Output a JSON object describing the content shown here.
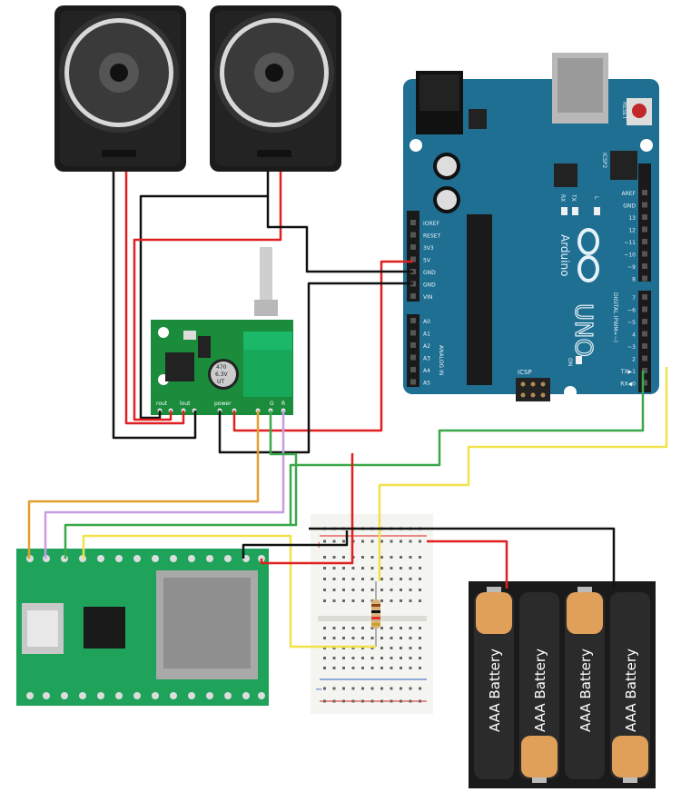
{
  "arduino": {
    "brand": "Arduino",
    "model": "UNO",
    "reset_label": "RESET",
    "icsp_label": "ICSP",
    "icsp2_label": "ICSP2",
    "on_label": "ON",
    "tx_label": "TX",
    "rx_label": "RX",
    "l_label": "L",
    "power_pins": [
      "IOREF",
      "RESET",
      "3V3",
      "5V",
      "GND",
      "GND",
      "VIN"
    ],
    "analog_pins": [
      "A0",
      "A1",
      "A2",
      "A3",
      "A4",
      "A5"
    ],
    "analog_header": "ANALOG IN",
    "digital_top_pins": [
      "AREF",
      "GND",
      "13",
      "12",
      "~11",
      "~10",
      "~9",
      "8"
    ],
    "digital_bottom_pins": [
      "7",
      "~6",
      "~5",
      "4",
      "~3",
      "2",
      "TX▶1",
      "RX◀0"
    ],
    "digital_header": "DIGITAL (PWM=~)",
    "colors": {
      "board": "#1f6f93",
      "silk": "#e6f2f7",
      "header": "#1a1a1a"
    }
  },
  "amplifier": {
    "labels": [
      "rout",
      "lout",
      "power",
      "G",
      "R"
    ],
    "cap_text": [
      "470",
      "6.3V",
      "UT"
    ],
    "colors": {
      "board": "#1a8c3c"
    }
  },
  "breadboard": {
    "plus": "+",
    "minus": "−"
  },
  "battery_pack": {
    "cell_label": "AAA Battery",
    "cell_count": 4,
    "colors": {
      "case": "#1a1a1a",
      "cell": "#2b2b2b",
      "cap": "#e0a05a"
    }
  },
  "speakers": {
    "count": 2
  },
  "wire_colors": {
    "red": "#e02020",
    "black": "#111111",
    "green": "#3aa84a",
    "yellow": "#f2e24a",
    "orange": "#e3a030",
    "purple": "#c79be6"
  }
}
